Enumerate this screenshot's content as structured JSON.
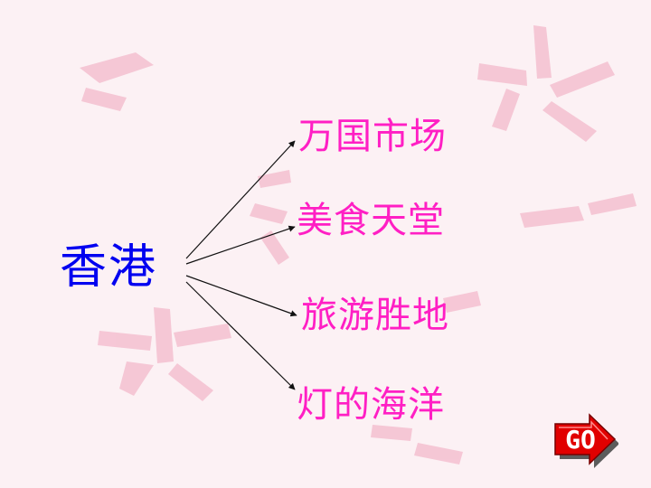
{
  "slide": {
    "center_title": "香港",
    "branches": [
      "万国市场",
      "美食天堂",
      "旅游胜地",
      "灯的海洋"
    ],
    "go_button": "GO"
  },
  "colors": {
    "background": "#fcf1f4",
    "center_title": "#0000f0",
    "branch_text": "#ff1fc4",
    "go_button": "#e10000",
    "decoration": "#f4c0d0"
  },
  "icons": {
    "decoration": "flower-pattern-icon",
    "go": "arrow-right-icon"
  }
}
